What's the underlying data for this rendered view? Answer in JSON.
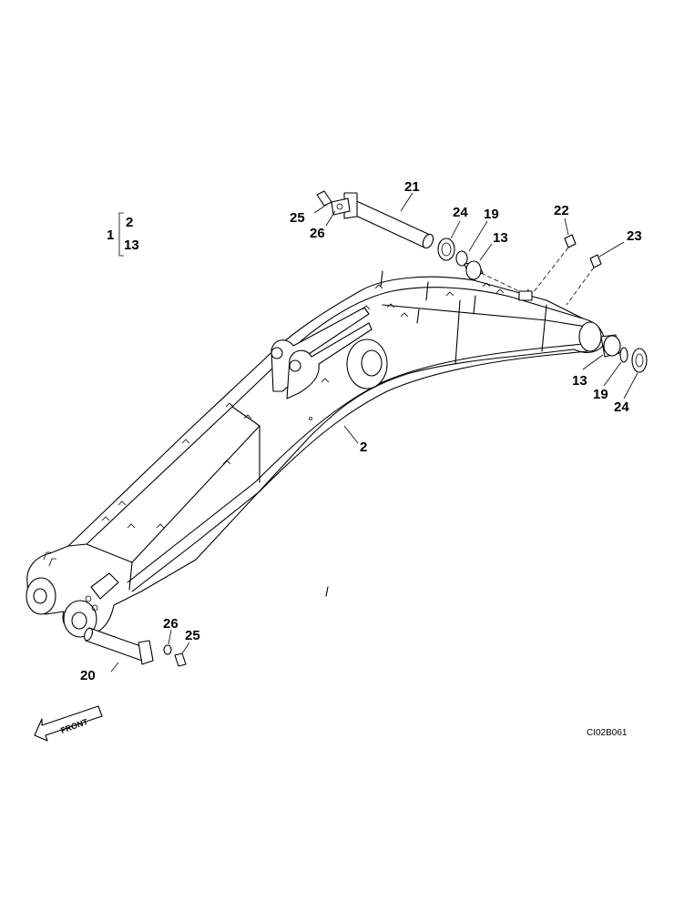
{
  "diagram": {
    "part_group": {
      "parent": "1",
      "children": [
        "2",
        "13"
      ]
    },
    "callouts": {
      "boom": "2",
      "pin_top": "21",
      "pin_bottom": "20",
      "bolt_top": "25",
      "washer_top": "26",
      "bolt_bottom": "25",
      "washer_bottom": "26",
      "bushing_top": "13",
      "bushing_right": "13",
      "seal_top": "19",
      "seal_right": "19",
      "shim_top": "24",
      "shim_right": "24",
      "grease_fitting_a": "22",
      "grease_fitting_b": "23"
    },
    "front_label": "FRONT",
    "drawing_code": "CI02B061"
  }
}
